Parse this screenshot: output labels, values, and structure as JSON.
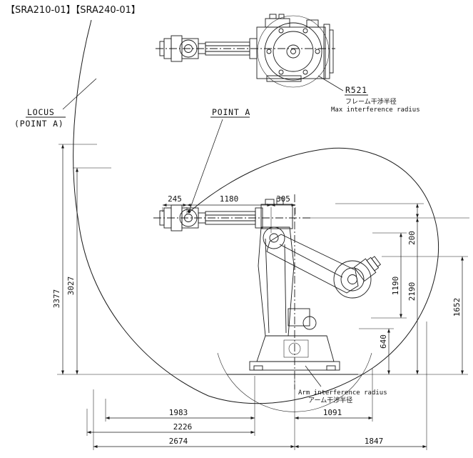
{
  "title": "【SRA210-01】【SRA240-01】",
  "labels": {
    "locus": "LOCUS",
    "locus_sub": "(POINT A)",
    "point_a": "POINT A",
    "max_radius_value": "R521",
    "max_radius_jp": "フレーム干渉半径",
    "max_radius_en": "Max interference radius",
    "arm_radius_en": "Arm interference radius",
    "arm_radius_jp": "アーム干渉半径"
  },
  "dims": {
    "top": [
      "245",
      "1180",
      "305"
    ],
    "left": [
      "3377",
      "3027"
    ],
    "right": [
      "200",
      "2190",
      "1190",
      "640",
      "1652"
    ],
    "bottom": [
      "1983",
      "1091",
      "2226",
      "2674",
      "1847"
    ]
  },
  "colors": {
    "ink": "#1a1a1a",
    "background": "#ffffff"
  }
}
